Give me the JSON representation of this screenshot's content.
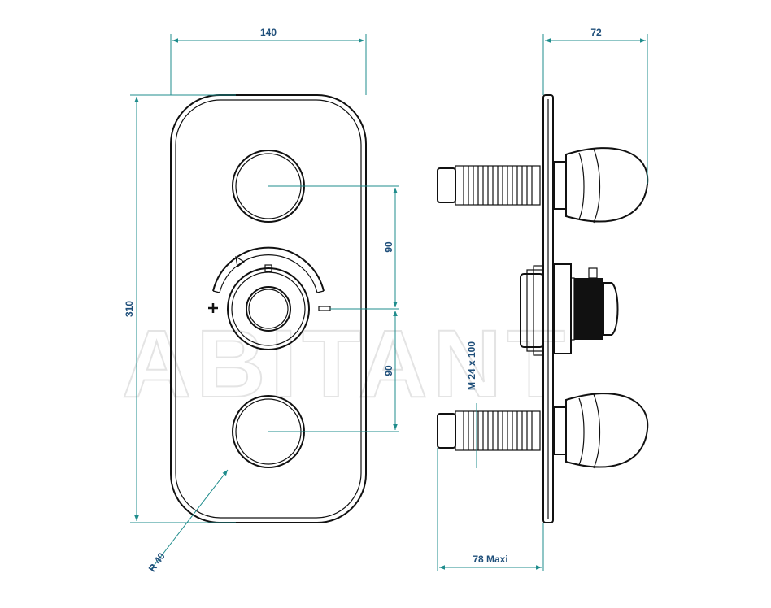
{
  "watermark": "ABITANT",
  "colors": {
    "dimension": "#1f8c8c",
    "outline": "#111111",
    "label": "#1f4f7a"
  },
  "dimensions": {
    "width": "140",
    "height": "310",
    "spacing_top": "90",
    "spacing_bottom": "90",
    "radius": "R 40",
    "depth": "72",
    "thread": "M  24  x 100",
    "recess": "78  Maxi"
  }
}
